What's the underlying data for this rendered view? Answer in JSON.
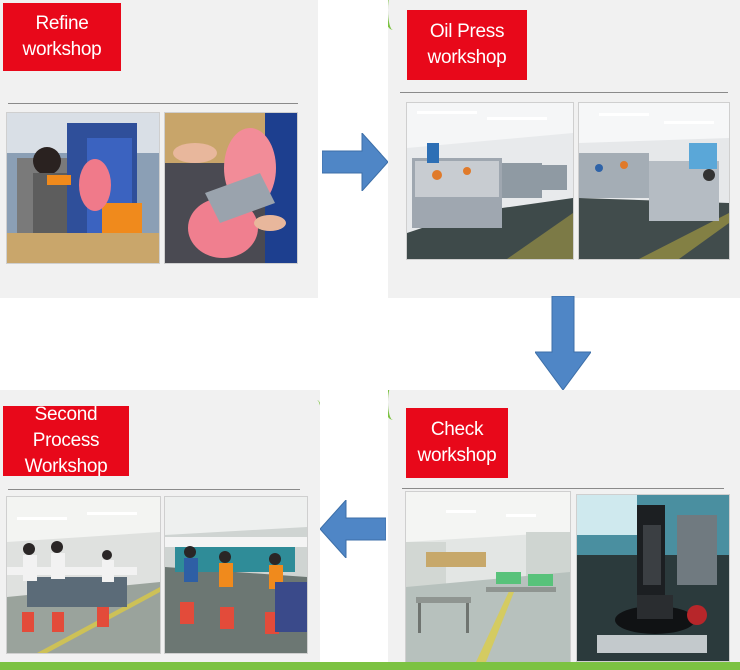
{
  "steps": [
    {
      "id": "refine",
      "label": "Refine workshop"
    },
    {
      "id": "oil-press",
      "label_line1": "Oil Press",
      "label_line2": "workshop"
    },
    {
      "id": "check",
      "label_line1": "Check",
      "label_line2": "workshop"
    },
    {
      "id": "second-process",
      "label_line1": "Second Process",
      "label_line2": "Workshop"
    }
  ],
  "colors": {
    "label_bg": "#e8081a",
    "arrow_fill": "#4f86c6",
    "accent_green": "#7cc242",
    "panel_bg": "#f1f1f1"
  },
  "arrows": [
    "right-arrow",
    "down-arrow",
    "left-arrow"
  ]
}
